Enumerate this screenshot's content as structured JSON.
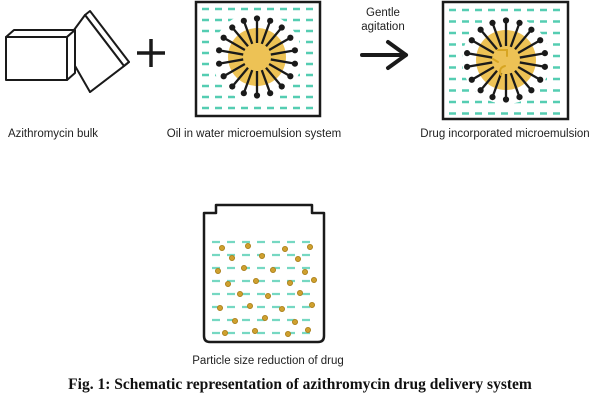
{
  "figure": {
    "caption": "Fig. 1: Schematic representation of azithromycin drug delivery system"
  },
  "labels": {
    "bulk": "Azithromycin bulk",
    "microemulsion": "Oil in water microemulsion system",
    "agitation": "Gentle agitation",
    "drug_microemulsion": "Drug incorporated microemulsion",
    "particle_reduction": "Particle size reduction of drug"
  },
  "diagram": {
    "type": "process-schematic",
    "steps": [
      "Azithromycin bulk",
      "Oil in water microemulsion system",
      "Gentle agitation",
      "Drug incorporated microemulsion",
      "Particle size reduction of drug"
    ],
    "icons": [
      "bulk-boxes-icon",
      "plus-icon",
      "micelle-icon",
      "arrow-right-icon",
      "micelle-with-drug-icon",
      "beaker-icon"
    ]
  },
  "colors": {
    "outline": "#1a1a1a",
    "oil_droplet": "#edc255",
    "oil_drug_mark": "#d7a522",
    "water_dash": "#55cdb2",
    "water_dash_light": "#76d8c2",
    "drug_particle": "#cfa02e",
    "drug_particle_edge": "#a87d18",
    "background": "#ffffff",
    "text": "#222222"
  }
}
